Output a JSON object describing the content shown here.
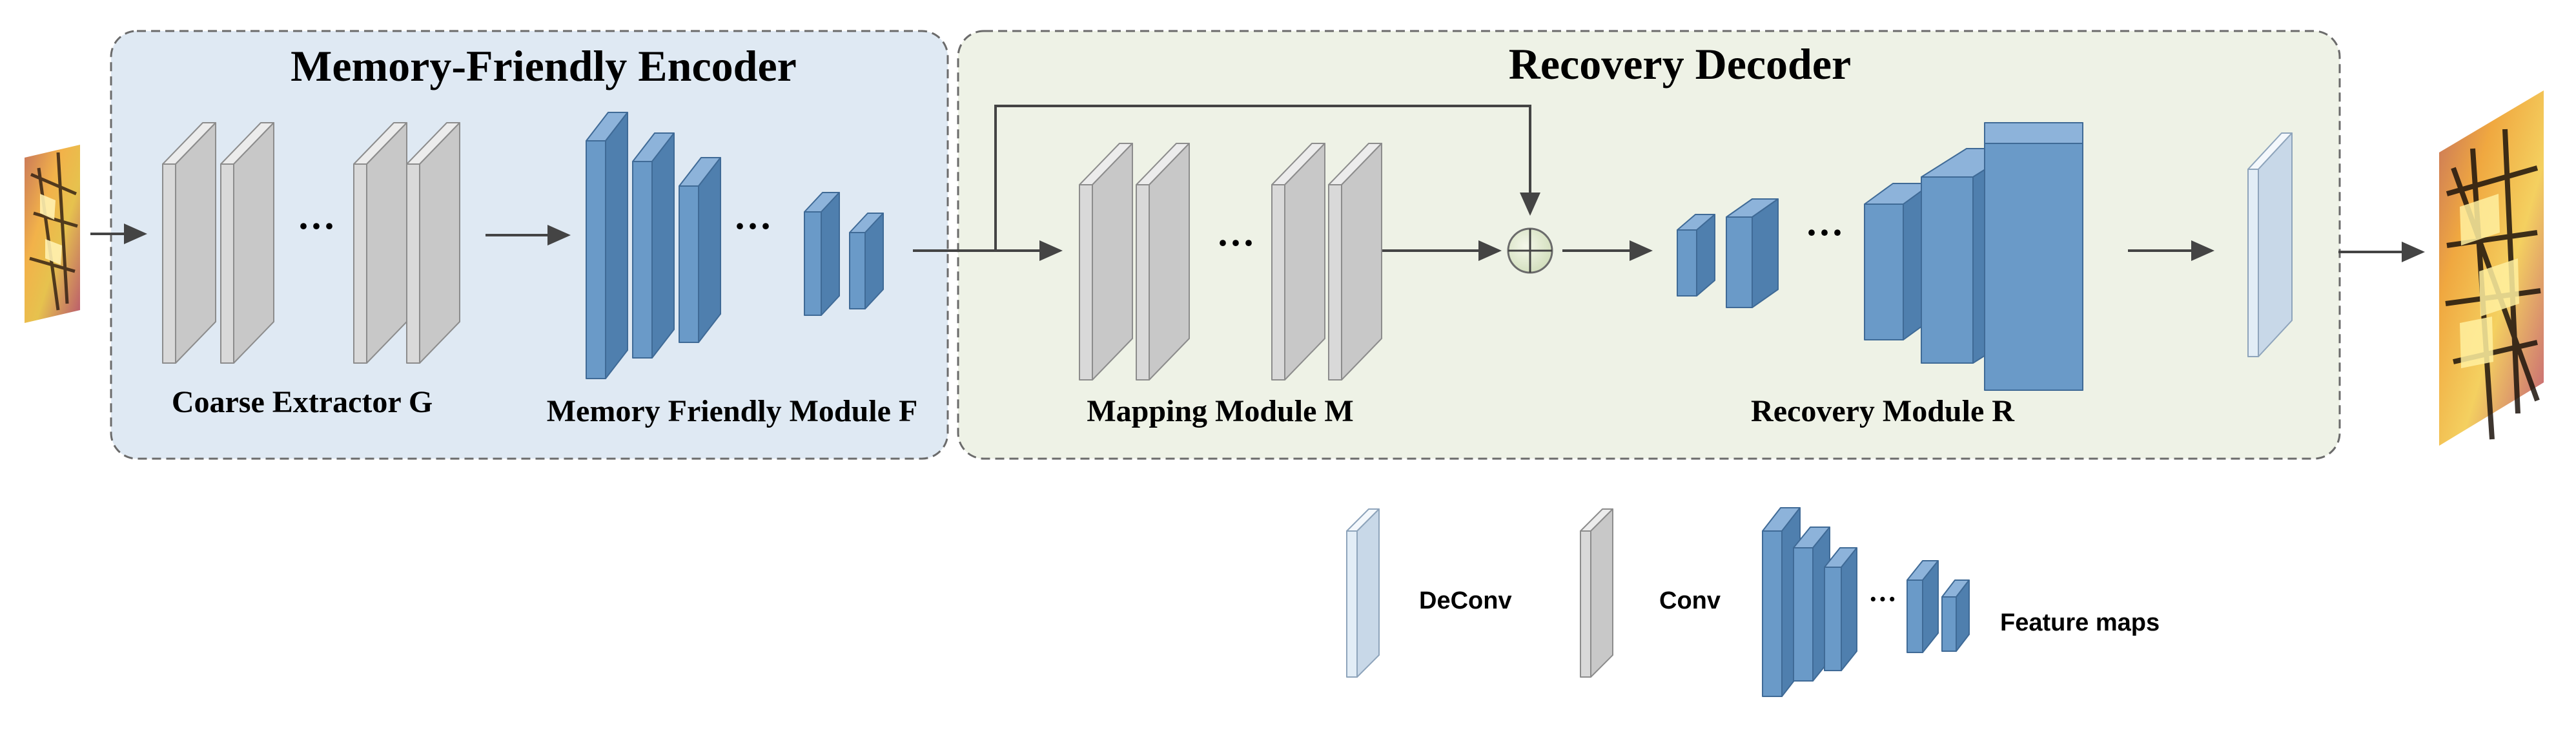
{
  "encoder": {
    "title": "Memory-Friendly Encoder",
    "coarse_label": "Coarse Extractor G",
    "memory_label": "Memory Friendly Module F"
  },
  "decoder": {
    "title": "Recovery Decoder",
    "mapping_label": "Mapping Module M",
    "recovery_label": "Recovery Module R"
  },
  "ellipsis": "···",
  "legend": {
    "deconv": "DeConv",
    "conv": "Conv",
    "feature_maps": "Feature maps"
  },
  "colors": {
    "encoder_bg": "#dfe9f3",
    "decoder_bg": "#eef2e6",
    "conv_front": "#d9d9d9",
    "feature_front": "#6a9ac8",
    "deconv_front": "#e2edf6"
  }
}
